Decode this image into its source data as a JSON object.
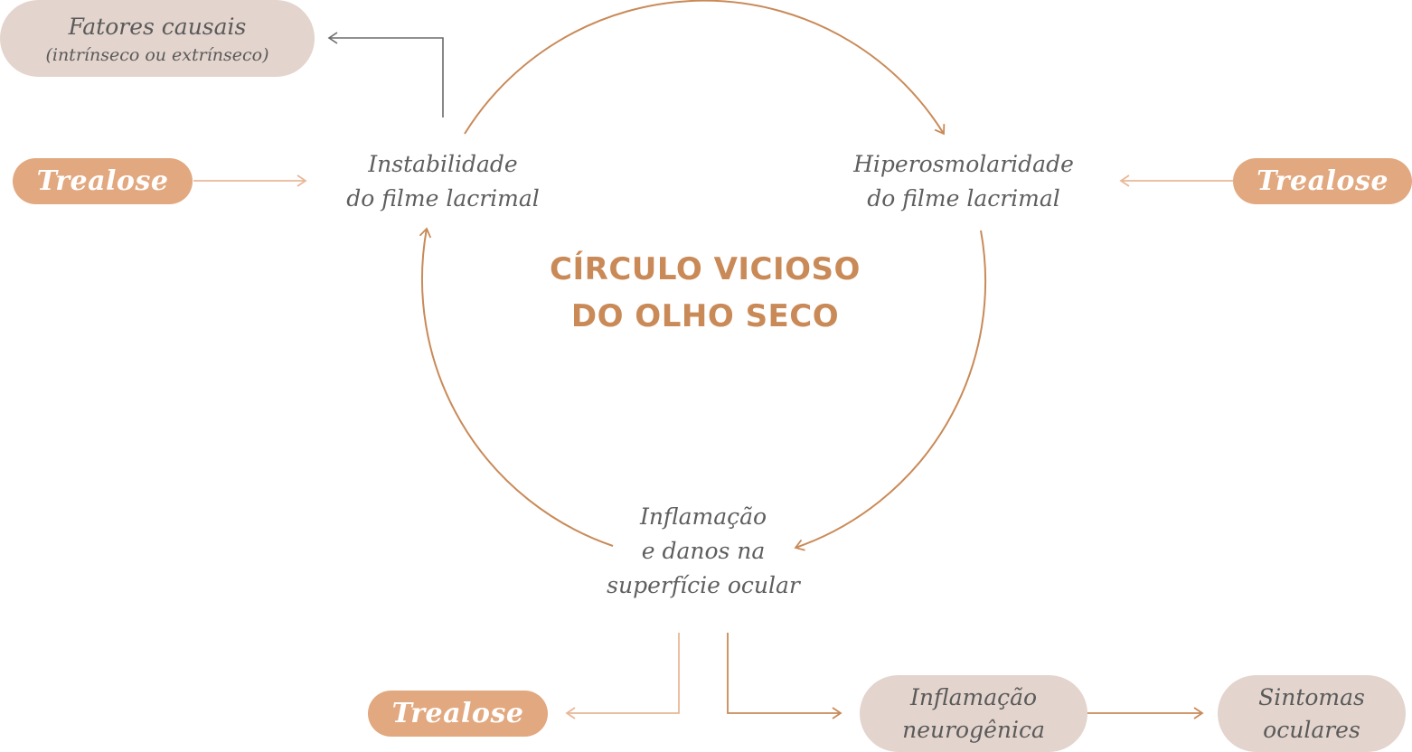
{
  "title": {
    "line1": "CÍRCULO VICIOSO",
    "line2": "DO OLHO SECO"
  },
  "nodes": {
    "causal": {
      "line1": "Fatores causais",
      "line2": "(intrínseco ou extrínseco)"
    },
    "instability": {
      "line1": "Instabilidade",
      "line2": "do filme lacrimal"
    },
    "hyperosmolarity": {
      "line1": "Hiperosmolaridade",
      "line2": "do filme lacrimal"
    },
    "inflammation": {
      "line1": "Inflamação",
      "line2": "e danos na",
      "line3": "superfície ocular"
    },
    "neurogenic": {
      "line1": "Inflamação",
      "line2": "neurogênica"
    },
    "symptoms": {
      "line1": "Sintomas",
      "line2": "oculares"
    }
  },
  "trealose": {
    "left": "Trealose",
    "right": "Trealose",
    "bottom": "Trealose"
  },
  "colors": {
    "accent": "#c98a58",
    "arrow_light": "#e8b898",
    "pill_grey": "#e3d4cd",
    "pill_orange": "#e2a87f",
    "text_grey": "#5e5e5e",
    "causal_arrow": "#6b6b6b"
  }
}
